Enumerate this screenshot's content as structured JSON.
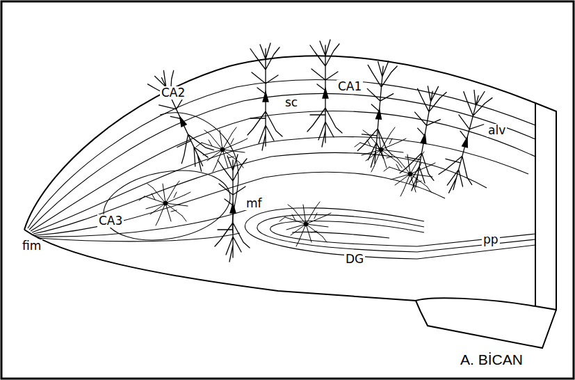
{
  "diagram": {
    "labels": [
      "CA2",
      "sc",
      "CA1",
      "alv",
      "CA3",
      "mf",
      "DG",
      "fim",
      "pp",
      "A. BİCAN"
    ]
  }
}
